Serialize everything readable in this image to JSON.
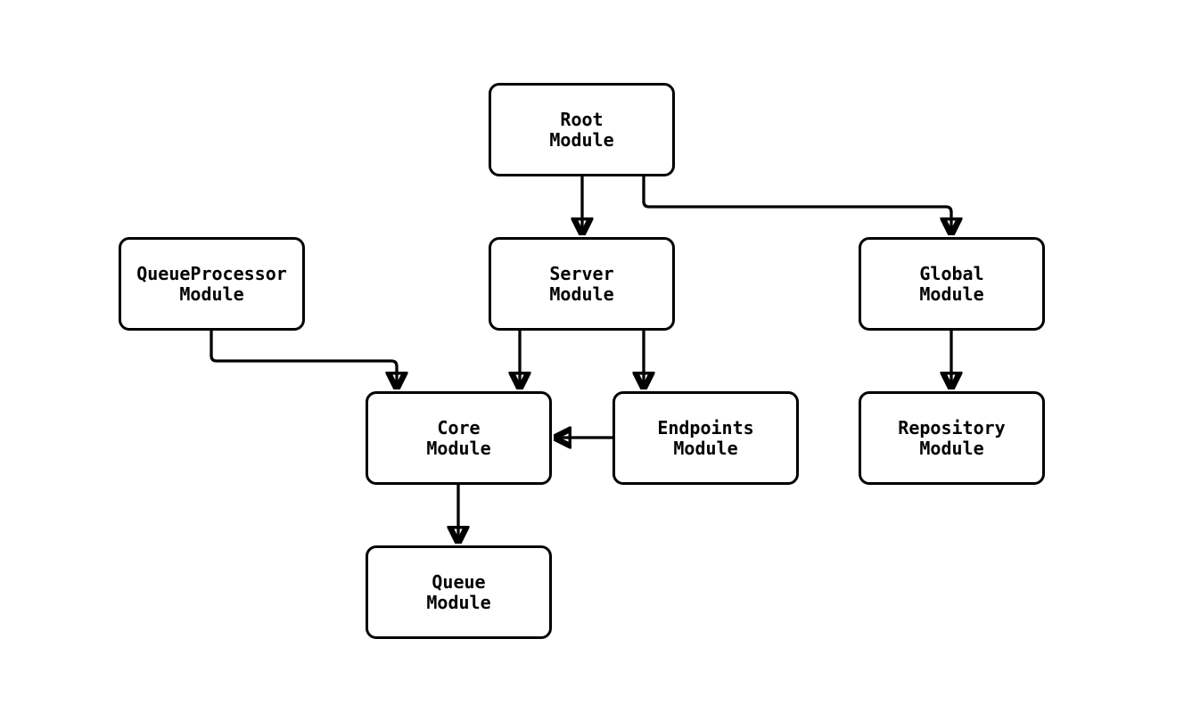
{
  "diagram": {
    "title": "module-dependency-graph",
    "background_color": "#ffffff",
    "node_fill_color": "#ffffff",
    "line_color": "#000000",
    "nodes": [
      {
        "id": "root",
        "label": "Root\nModule"
      },
      {
        "id": "queueprocessor",
        "label": "QueueProcessor\nModule"
      },
      {
        "id": "server",
        "label": "Server\nModule"
      },
      {
        "id": "global",
        "label": "Global\nModule"
      },
      {
        "id": "core",
        "label": "Core\nModule"
      },
      {
        "id": "endpoints",
        "label": "Endpoints\nModule"
      },
      {
        "id": "repository",
        "label": "Repository\nModule"
      },
      {
        "id": "queue",
        "label": "Queue\nModule"
      }
    ],
    "edges": [
      {
        "from": "root",
        "to": "server"
      },
      {
        "from": "root",
        "to": "global"
      },
      {
        "from": "queueprocessor",
        "to": "core"
      },
      {
        "from": "server",
        "to": "core"
      },
      {
        "from": "server",
        "to": "endpoints"
      },
      {
        "from": "endpoints",
        "to": "core"
      },
      {
        "from": "global",
        "to": "repository"
      },
      {
        "from": "core",
        "to": "queue"
      }
    ]
  }
}
